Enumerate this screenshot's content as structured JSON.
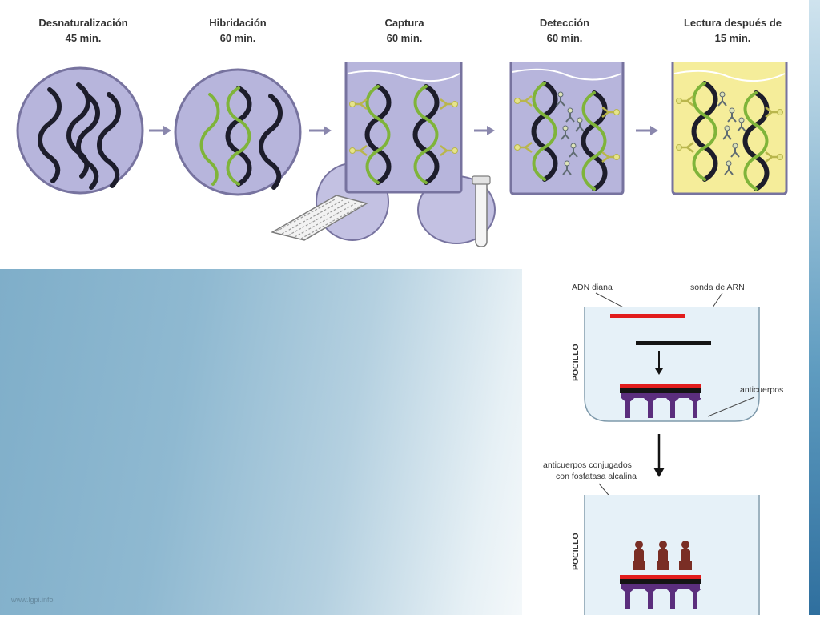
{
  "process": {
    "stages": [
      {
        "title": "Desnaturalización",
        "time": "45 min."
      },
      {
        "title": "Hibridación",
        "time": "60 min."
      },
      {
        "title": "Captura",
        "time": "60 min."
      },
      {
        "title": "Detección",
        "time": "60 min."
      },
      {
        "title": "Lectura después de",
        "time": "15 min."
      }
    ]
  },
  "assay": {
    "target_dna": "ADN diana",
    "rna_probe": "sonda de ARN",
    "well_top": "POCILLO",
    "antibodies": "anticuerpos",
    "conjugated_line1": "anticuerpos conjugados",
    "conjugated_line2": "con fosfatasa alcalina",
    "well_bottom": "POCILLO"
  },
  "footer": {
    "watermark": "www.lgpi.info"
  },
  "colors": {
    "vessel_fill": "#b7b5dc",
    "vessel_stroke": "#77739f",
    "reader_fill": "#f5ed9a",
    "dna_dark": "#1d1d2b",
    "dna_green": "#7fb43a",
    "antibody_yellow": "#e6e48a",
    "probe_red": "#e21c1c",
    "assay_purple": "#5b2e7d",
    "conjugate_brown": "#7a2e25"
  }
}
